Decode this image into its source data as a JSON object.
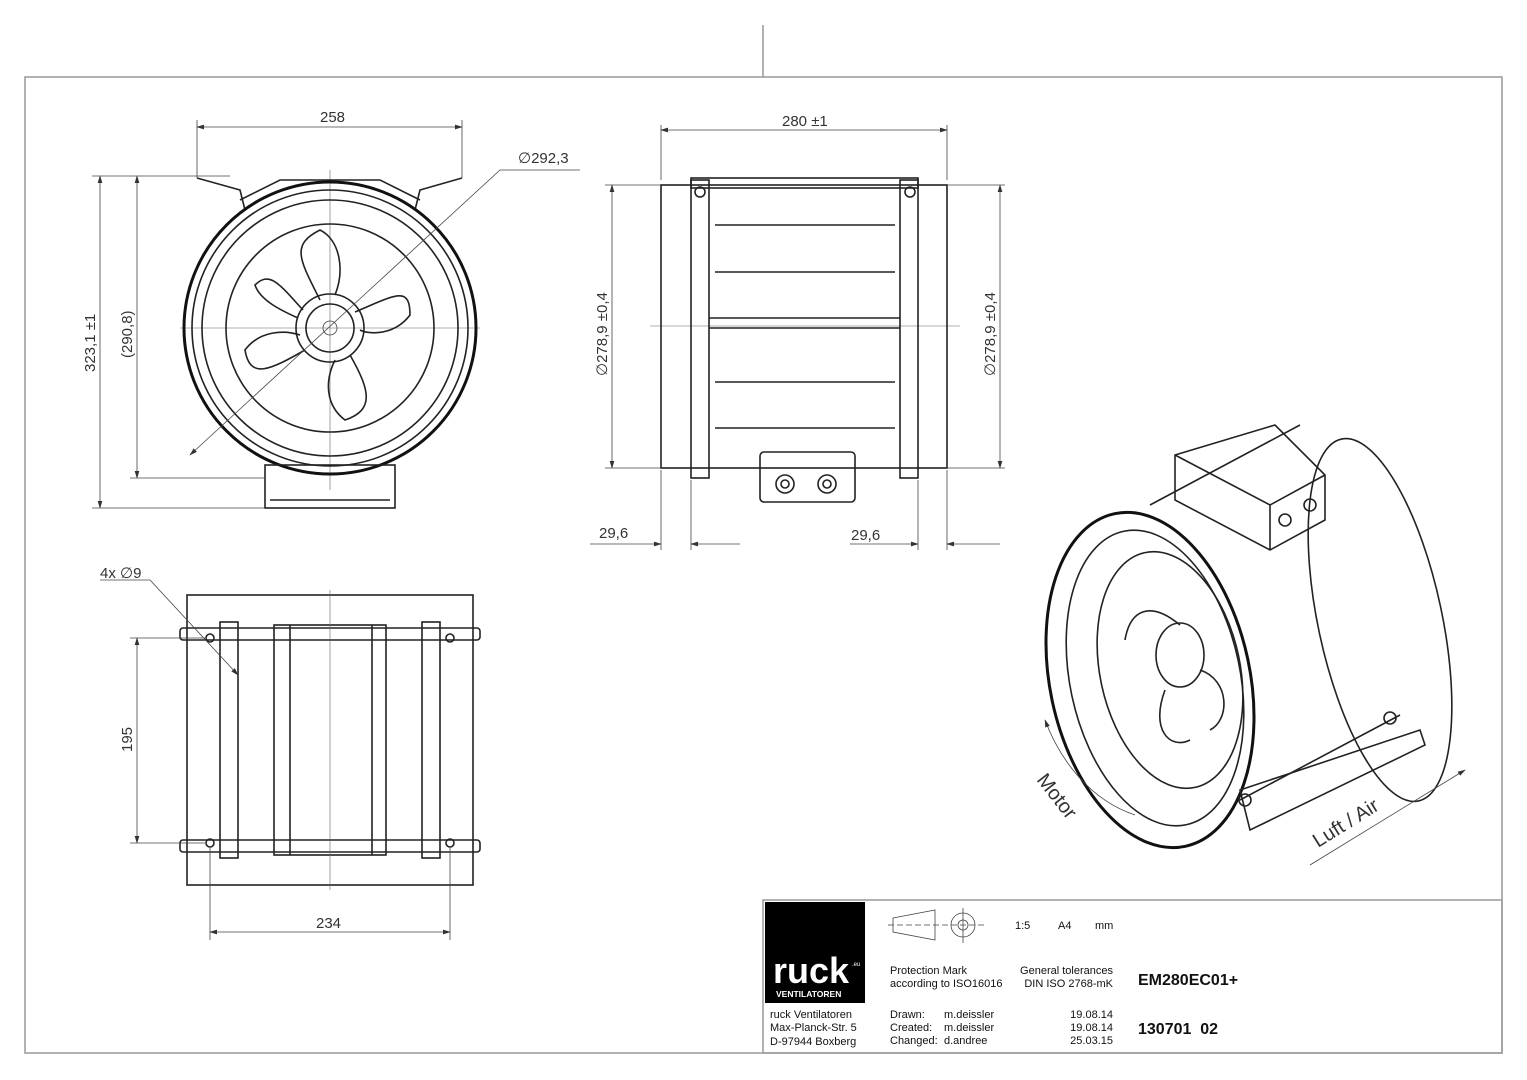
{
  "front_view": {
    "width_dim": "258",
    "height_dim": "323,1 ±1",
    "inner_height_dim": "(290,8)",
    "diameter_dim": "∅292,3"
  },
  "side_view": {
    "length_dim": "280 ±1",
    "diameter_left_dim": "∅278,9 ±0,4",
    "diameter_right_dim": "∅278,9 ±0,4",
    "offset_left_dim": "29,6",
    "offset_right_dim": "29,6"
  },
  "bottom_view": {
    "holes_dim": "4x ∅9",
    "hole_spacing_dim": "195",
    "hole_width_dim": "234"
  },
  "iso_view": {
    "motor_label": "Motor",
    "airflow_label": "Luft / Air"
  },
  "title_block": {
    "logo_text": "ruck",
    "logo_suffix": ".eu",
    "logo_subtitle": "VENTILATOREN",
    "company": "ruck Ventilatoren",
    "street": "Max-Planck-Str. 5",
    "city": "D-97944 Boxberg",
    "scale": "1:5",
    "paper": "A4",
    "unit": "mm",
    "protection_line1": "Protection Mark",
    "protection_line2": "according to ISO16016",
    "tolerance_line1": "General tolerances",
    "tolerance_line2": "DIN ISO 2768-mK",
    "drawn_label": "Drawn:",
    "drawn_by": "m.deissler",
    "drawn_date": "19.08.14",
    "created_label": "Created:",
    "created_by": "m.deissler",
    "created_date": "19.08.14",
    "changed_label": "Changed:",
    "changed_by": "d.andree",
    "changed_date": "25.03.15",
    "model": "EM280EC01+",
    "drawing_number": "130701  02"
  }
}
